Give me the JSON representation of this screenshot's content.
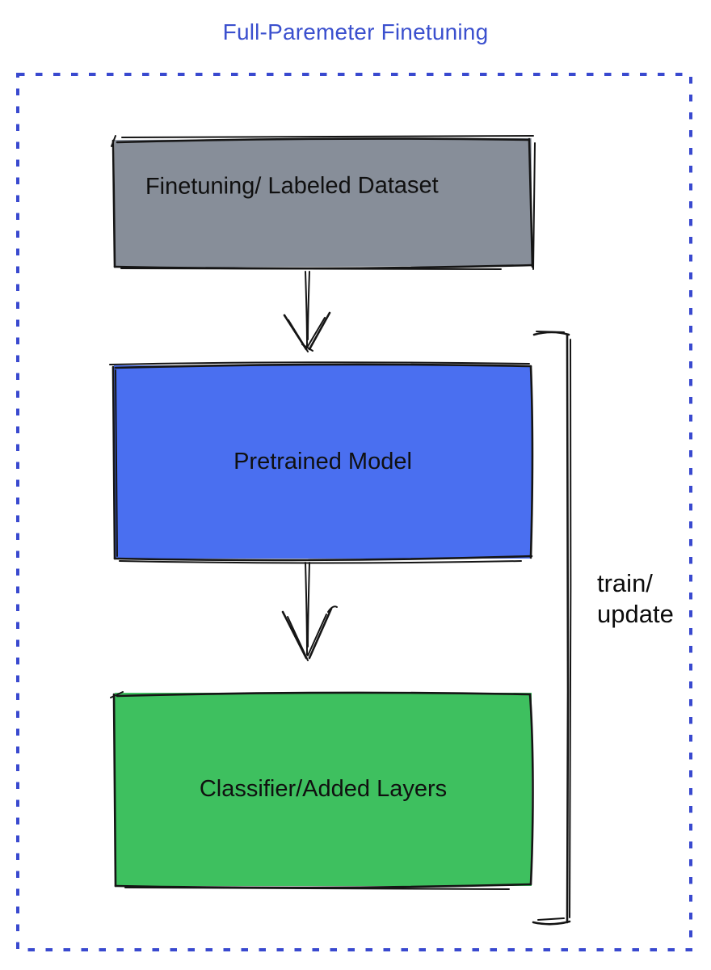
{
  "title": "Full-Paremeter Finetuning",
  "colors": {
    "title_text": "#3b50ce",
    "dotted_border": "#3949cf",
    "dataset_fill": "#878e99",
    "pretrained_fill": "#4a6ff0",
    "classifier_fill": "#3ec05f",
    "sketch_stroke": "#151515",
    "label_text": "#101010"
  },
  "nodes": [
    {
      "id": "finetuning-dataset",
      "label": "Finetuning/ Labeled Dataset",
      "fill": "#878e99"
    },
    {
      "id": "pretrained-model",
      "label": "Pretrained Model",
      "fill": "#4a6ff0"
    },
    {
      "id": "classifier-added-layers",
      "label": "Classifier/Added Layers",
      "fill": "#3ec05f"
    }
  ],
  "edges": [
    {
      "from": "finetuning-dataset",
      "to": "pretrained-model",
      "type": "arrow-down"
    },
    {
      "from": "pretrained-model",
      "to": "classifier-added-layers",
      "type": "arrow-down"
    }
  ],
  "bracket": {
    "line1": "train/",
    "line2": "update"
  }
}
